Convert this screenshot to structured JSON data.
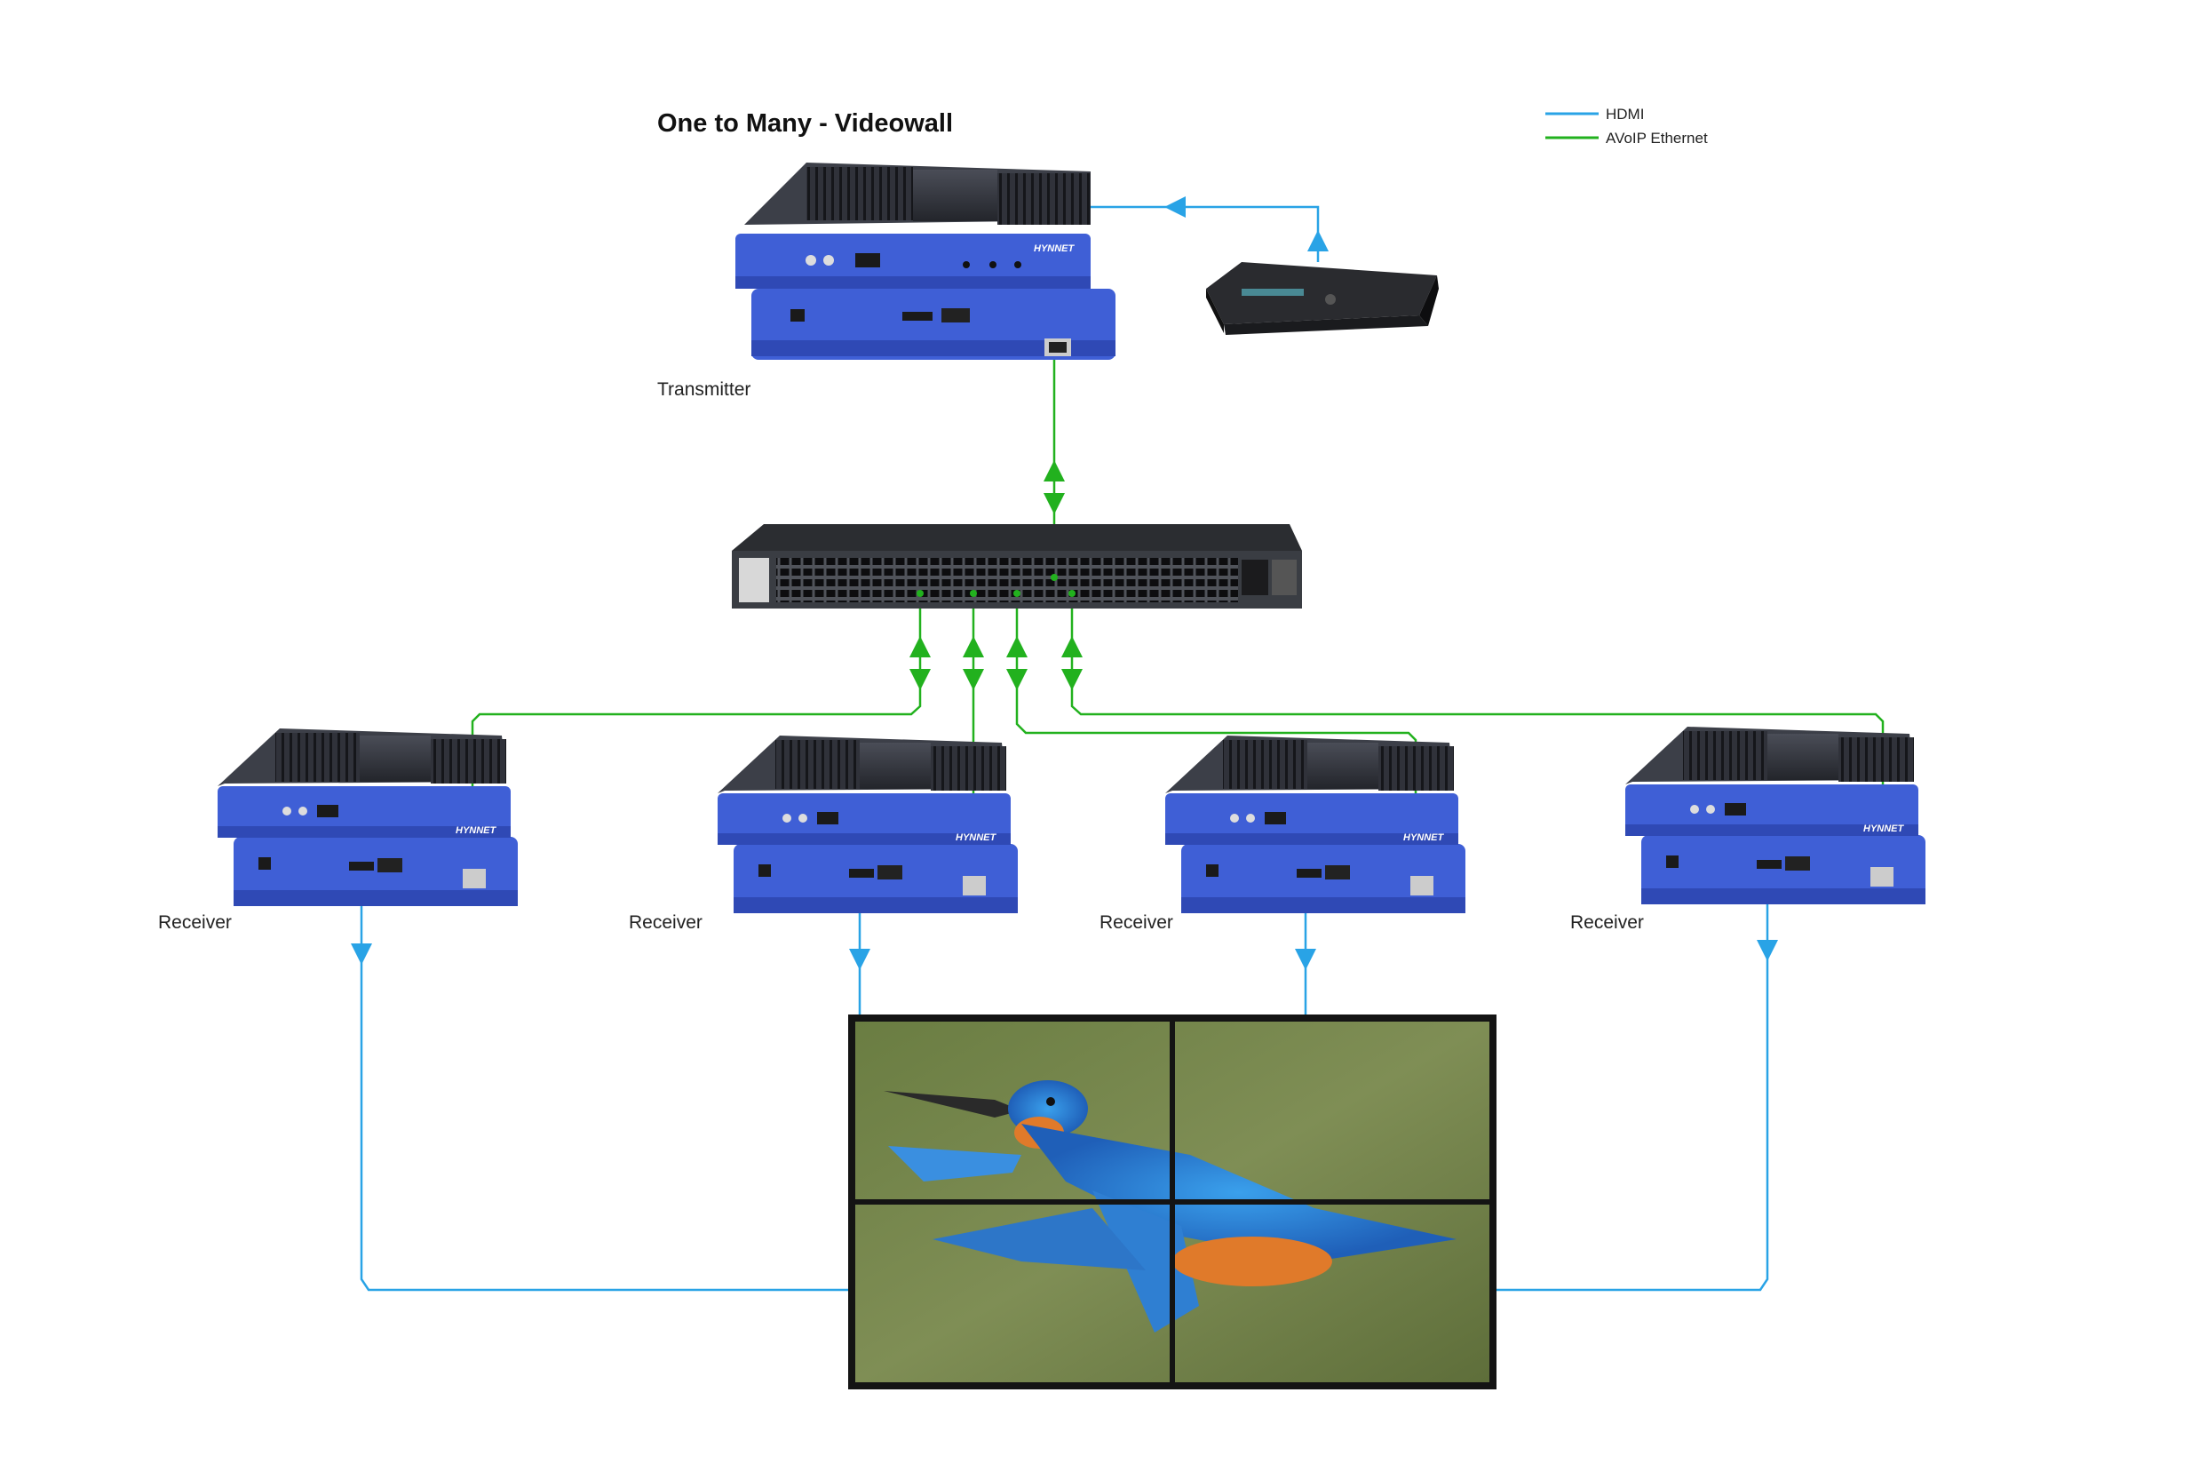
{
  "title": "One to Many - Videowall",
  "legend": {
    "hdmi": {
      "label": "HDMI",
      "color": "#29a3e6"
    },
    "ethernet": {
      "label": "AVoIP Ethernet",
      "color": "#22b11e"
    }
  },
  "labels": {
    "transmitter": "Transmitter",
    "receiver": "Receiver"
  },
  "device_brand": "HYNNET",
  "colors": {
    "device_blue": "#3f5fd6",
    "heatsink_dark": "#2e3038",
    "switch_body": "#33363b",
    "wall_frame": "#141414"
  },
  "icons": {
    "video_wall_image": "kingfisher-photo",
    "source": "media-player-icon"
  }
}
